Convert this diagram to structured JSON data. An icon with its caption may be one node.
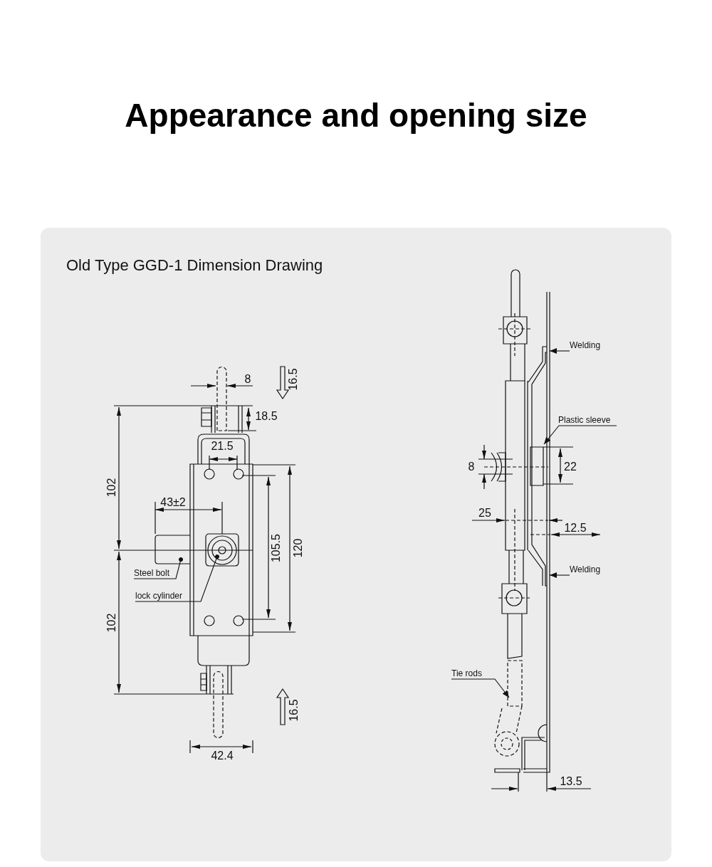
{
  "diagram": {
    "title": "Appearance and opening size",
    "nodes": [
      {
        "text": [
          "Old Type GGD-1 Dimension Drawing"
        ]
      },
      {
        "text": [
          "Steel bolt"
        ],
        "in": 0
      },
      {
        "text": [
          "lock cylinder"
        ],
        "in": 0
      },
      {
        "text": [
          "Welding"
        ],
        "in": 0
      },
      {
        "text": [
          "Plastic sleeve"
        ],
        "in": 0
      },
      {
        "text": [
          "Welding"
        ],
        "in": 0
      },
      {
        "text": [
          "Tie rods"
        ],
        "in": 0
      }
    ],
    "edges": [
      {
        "from": 1,
        "to": null,
        "arrow": "other"
      },
      {
        "from": 2,
        "to": null,
        "arrow": "other"
      },
      {
        "from": 3,
        "to": null,
        "arrow": "to"
      },
      {
        "from": 4,
        "to": null,
        "arrow": "to"
      },
      {
        "from": 5,
        "to": null,
        "arrow": "to"
      },
      {
        "from": 6,
        "to": null,
        "arrow": "to"
      }
    ],
    "labels": [
      "8",
      "16.5",
      "18.5",
      "21.5",
      "102",
      "43±2",
      "105.5",
      "120",
      "102",
      "16.5",
      "42.4",
      "8",
      "22",
      "25",
      "12.5",
      "13.5"
    ]
  }
}
